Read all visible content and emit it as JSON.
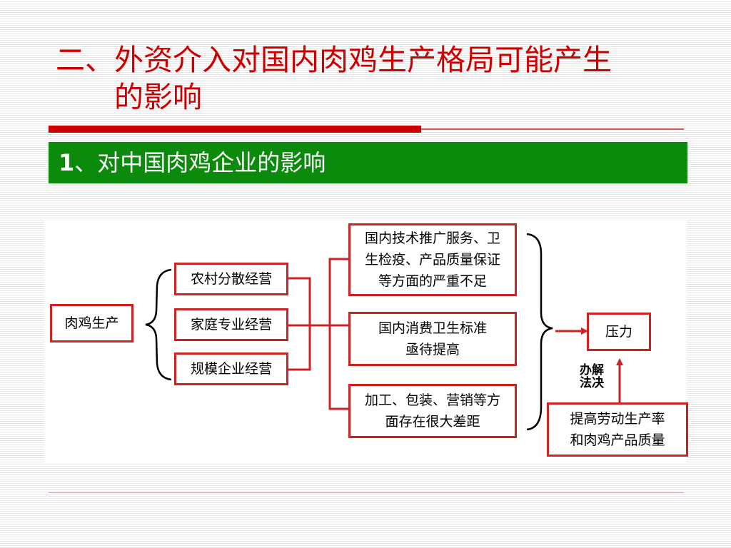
{
  "slide": {
    "title_line1": "二、外资介入对国内肉鸡生产格局可能产生",
    "title_line2": "的影响",
    "subheading_number": "1",
    "subheading_text": "、对中国肉鸡企业的影响"
  },
  "diagram": {
    "root": "肉鸡生产",
    "modes": [
      "农村分散经营",
      "家庭专业经营",
      "规模企业经营"
    ],
    "problems": [
      {
        "line1": "国内技术推广服务、卫",
        "line2": "生检疫、产品质量保证",
        "line3": "等方面的严重不足"
      },
      {
        "line1": "国内消费卫生标准",
        "line2": "亟待提高"
      },
      {
        "line1": "加工、包装、营销等方",
        "line2": "面存在很大差距"
      }
    ],
    "result": "压力",
    "solution_label_line1": "办解",
    "solution_label_line2": "法决",
    "solution_line1": "提高劳动生产率",
    "solution_line2": "和肉鸡产品质量"
  },
  "colors": {
    "title": "#cc0000",
    "subheading_bg": "#0b8a0b",
    "box_border": "#cc2222",
    "connector": "#cc2222"
  }
}
